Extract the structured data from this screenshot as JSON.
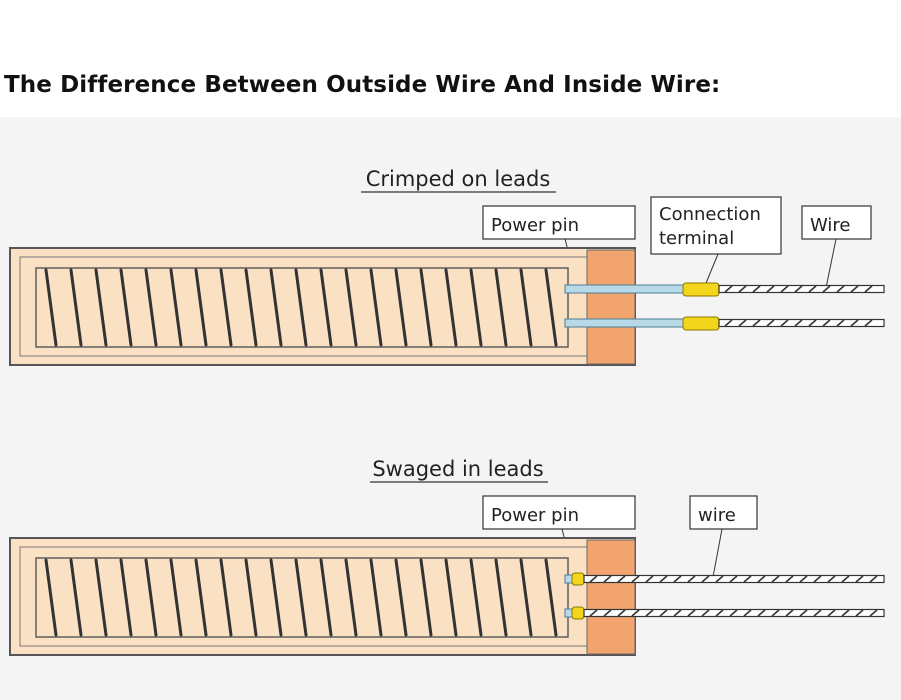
{
  "page": {
    "title": "The Difference Between Outside Wire And Inside Wire:"
  },
  "diagram": {
    "background_color": "#f4f4f4",
    "sections": [
      {
        "heading": "Crimped on leads",
        "callouts": {
          "power_pin": "Power pin",
          "terminal_line1": "Connection",
          "terminal_line2": "terminal",
          "wire": "Wire"
        }
      },
      {
        "heading": "Swaged in leads",
        "callouts": {
          "power_pin": "Power pin",
          "wire": "wire"
        }
      }
    ],
    "colors": {
      "heater_body": "#fbe1c4",
      "coil": "#333333",
      "end_cap": "#f2a46f",
      "power_pin": "#b7d9e8",
      "connection_terminal": "#f3d51b",
      "outline": "#555555"
    }
  }
}
